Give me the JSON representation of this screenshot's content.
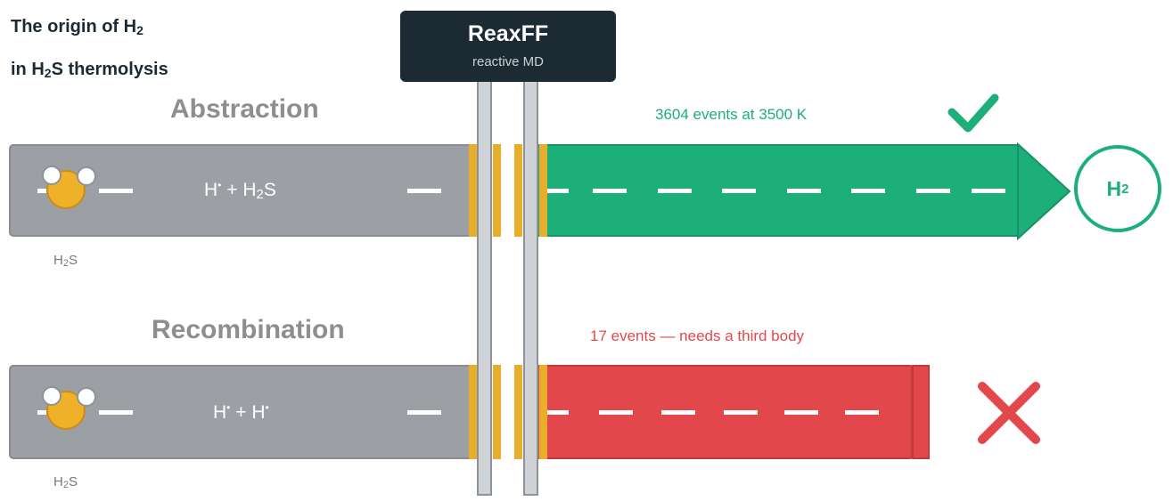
{
  "title": {
    "line1_a": "The origin of H",
    "line1_sub": "2",
    "line2_a": "in H",
    "line2_sub": "2",
    "line2_b": "S thermolysis"
  },
  "method": {
    "name": "ReaxFF",
    "subtitle": "reactive MD"
  },
  "routes": [
    {
      "label": "Abstraction",
      "reactant_a": "H",
      "reactant_a_sup": "•",
      "plus": " + ",
      "reactant_b": "H",
      "reactant_b_sub": "2",
      "reactant_b_tail": "S",
      "molecule_caption": "H",
      "molecule_caption_sub": "2",
      "molecule_caption_tail": "S",
      "stats": "3604 events at 3500 K",
      "status_icon": "checkmark-icon",
      "status_color": "#1daf7a",
      "product": "H",
      "product_sub": "2"
    },
    {
      "label": "Recombination",
      "reactant_a": "H",
      "reactant_a_sup": "•",
      "plus": " + ",
      "reactant_b": "H",
      "reactant_b_sup": "•",
      "molecule_caption": "H",
      "molecule_caption_sub": "2",
      "molecule_caption_tail": "S",
      "stats": "17 events — needs a third body",
      "status_icon": "cross-icon",
      "status_color": "#e2484b"
    }
  ],
  "colors": {
    "lane_grey": "#9ca0a5",
    "success_green": "#1daf7a",
    "failure_red": "#e2484b",
    "barrier_gold": "#e8ad2a",
    "dark_box": "#1c2b33"
  }
}
